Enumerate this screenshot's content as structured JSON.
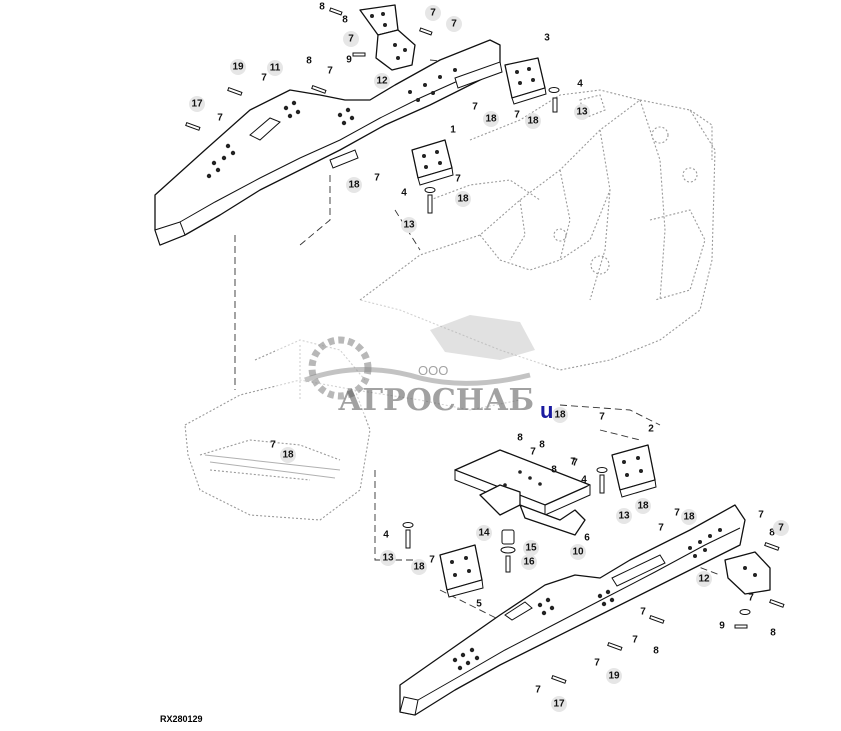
{
  "reference_code": "RX280129",
  "watermark": {
    "company_prefix": "ООО",
    "company_name": "АГРОСНАБ",
    "suffix": "u"
  },
  "callouts": [
    {
      "label": "8"
    },
    {
      "label": "7"
    },
    {
      "label": "8"
    },
    {
      "label": "7"
    },
    {
      "label": "7"
    },
    {
      "label": "9"
    },
    {
      "label": "12"
    },
    {
      "label": "3"
    },
    {
      "label": "19"
    },
    {
      "label": "7"
    },
    {
      "label": "11"
    },
    {
      "label": "8"
    },
    {
      "label": "7"
    },
    {
      "label": "4"
    },
    {
      "label": "17"
    },
    {
      "label": "7"
    },
    {
      "label": "7"
    },
    {
      "label": "18"
    },
    {
      "label": "7"
    },
    {
      "label": "18"
    },
    {
      "label": "13"
    },
    {
      "label": "1"
    },
    {
      "label": "18"
    },
    {
      "label": "7"
    },
    {
      "label": "4"
    },
    {
      "label": "7"
    },
    {
      "label": "18"
    },
    {
      "label": "13"
    },
    {
      "label": "8"
    },
    {
      "label": "18"
    },
    {
      "label": "7"
    },
    {
      "label": "8"
    },
    {
      "label": "7"
    },
    {
      "label": "18"
    },
    {
      "label": "2"
    },
    {
      "label": "8"
    },
    {
      "label": "7"
    },
    {
      "label": "7"
    },
    {
      "label": "4"
    },
    {
      "label": "7"
    },
    {
      "label": "13"
    },
    {
      "label": "18"
    },
    {
      "label": "7"
    },
    {
      "label": "18"
    },
    {
      "label": "7"
    },
    {
      "label": "14"
    },
    {
      "label": "15"
    },
    {
      "label": "6"
    },
    {
      "label": "4"
    },
    {
      "label": "13"
    },
    {
      "label": "7"
    },
    {
      "label": "18"
    },
    {
      "label": "10"
    },
    {
      "label": "16"
    },
    {
      "label": "7"
    },
    {
      "label": "12"
    },
    {
      "label": "8"
    },
    {
      "label": "7"
    },
    {
      "label": "5"
    },
    {
      "label": "7"
    },
    {
      "label": "9"
    },
    {
      "label": "8"
    },
    {
      "label": "7"
    },
    {
      "label": "7"
    },
    {
      "label": "8"
    },
    {
      "label": "7"
    },
    {
      "label": "19"
    },
    {
      "label": "7"
    },
    {
      "label": "17"
    }
  ]
}
